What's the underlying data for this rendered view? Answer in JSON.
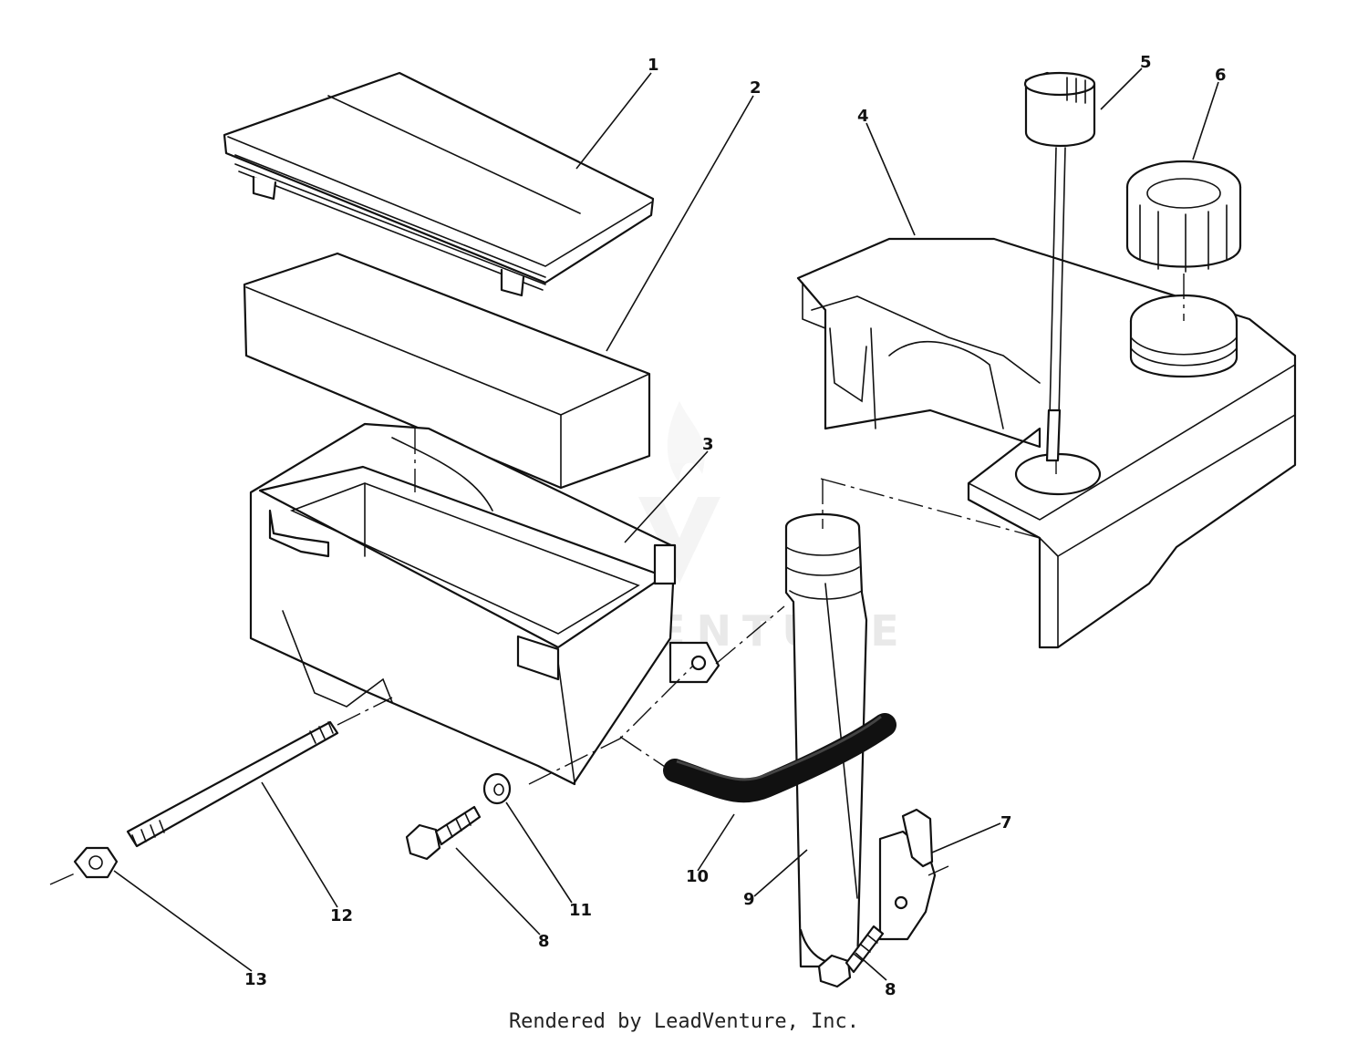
{
  "diagram": {
    "callouts": [
      "1",
      "2",
      "3",
      "4",
      "5",
      "6",
      "7",
      "8",
      "8",
      "9",
      "10",
      "11",
      "12",
      "13"
    ],
    "watermark": "LEADVENTURE"
  },
  "footer": {
    "text": "Rendered by LeadVenture, Inc."
  },
  "colors": {
    "line": "#111111",
    "background": "#ffffff",
    "watermark": "#d8d8d8"
  }
}
